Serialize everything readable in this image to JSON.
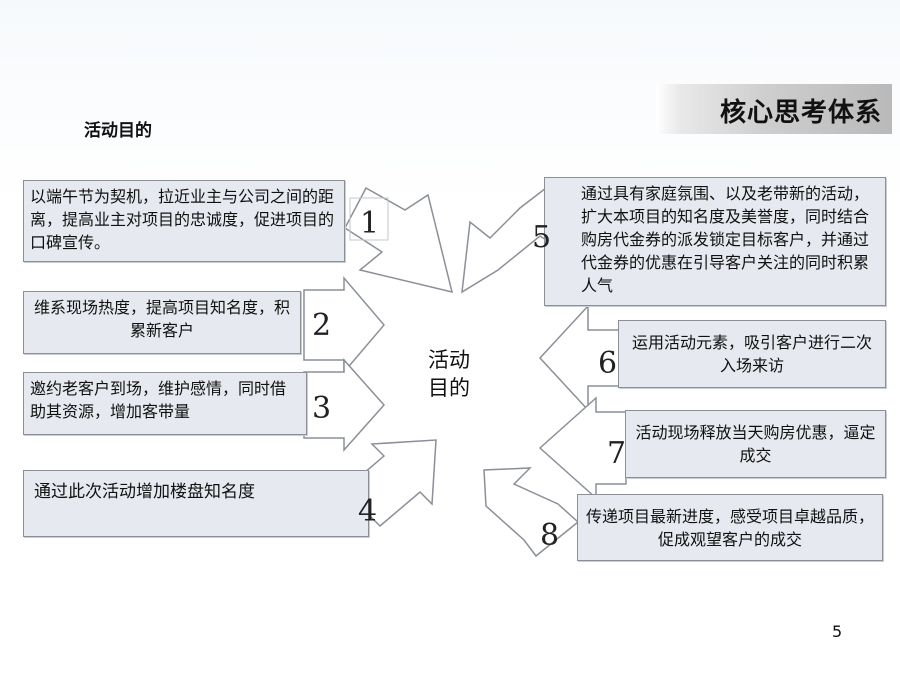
{
  "heading": "活动目的",
  "banner_title": "核心思考体系",
  "center_label": "活动\n目的",
  "page_number": "5",
  "items": [
    {
      "number": "1",
      "text": "以端午节为契机，拉近业主与公司之间的距离，提高业主对项目的忠诚度，促进项目的口碑宣传。"
    },
    {
      "number": "2",
      "text": "维系现场热度，提高项目知名度，积累新客户"
    },
    {
      "number": "3",
      "text": "邀约老客户到场，维护感情，同时借助其资源，增加客带量"
    },
    {
      "number": "4",
      "text": "通过此次活动增加楼盘知名度"
    },
    {
      "number": "5",
      "text": "通过具有家庭氛围、以及老带新的活动，扩大本项目的知名度及美誉度，同时结合购房代金券的派发锁定目标客户，并通过代金券的优惠在引导客户关注的同时积累人气"
    },
    {
      "number": "6",
      "text": "运用活动元素，吸引客户进行二次入场来访"
    },
    {
      "number": "7",
      "text": "活动现场释放当天购房优惠，逼定成交"
    },
    {
      "number": "8",
      "text": "传递项目最新进度，感受项目卓越品质，促成观望客户的成交"
    }
  ],
  "colors": {
    "box_fill": "#e6e9ef",
    "box_border": "#8a8f98",
    "arrow_fill": "#ffffff",
    "arrow_stroke": "#8a8f98"
  }
}
